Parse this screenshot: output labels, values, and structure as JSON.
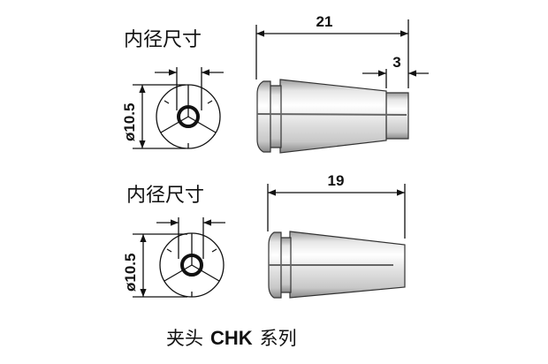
{
  "top_view": {
    "inner_diameter_label": "内径尺寸",
    "outer_diameter": "ø10.5",
    "length": "21",
    "shank_length": "3"
  },
  "bottom_view": {
    "inner_diameter_label": "内径尺寸",
    "outer_diameter": "ø10.5",
    "length": "19"
  },
  "caption": {
    "prefix": "夹头",
    "series": "CHK",
    "suffix": "系列"
  }
}
